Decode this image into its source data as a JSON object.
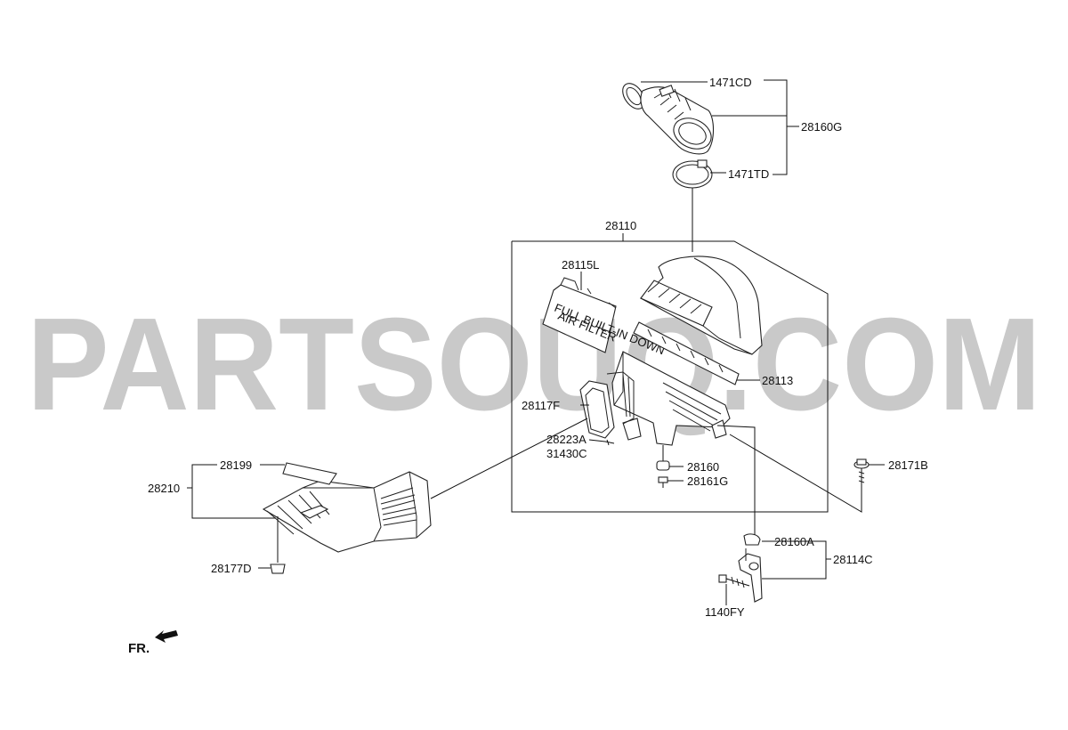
{
  "watermark": "PARTSOUQ.COM",
  "orientation": "FR.",
  "labels": {
    "p1471CD": "1471CD",
    "p28160G": "28160G",
    "p1471TD": "1471TD",
    "p28110": "28110",
    "p28115L": "28115L",
    "p28113": "28113",
    "p28117F": "28117F",
    "p28223A": "28223A",
    "p31430C": "31430C",
    "p28160": "28160",
    "p28161G": "28161G",
    "p28171B": "28171B",
    "p28199": "28199",
    "p28210": "28210",
    "p28177D": "28177D",
    "p28160A": "28160A",
    "p28114C": "28114C",
    "p1140FY": "1140FY"
  },
  "filter_tag_text": [
    "FULL BUILT-IN DOWN",
    "AIR FILTER"
  ]
}
